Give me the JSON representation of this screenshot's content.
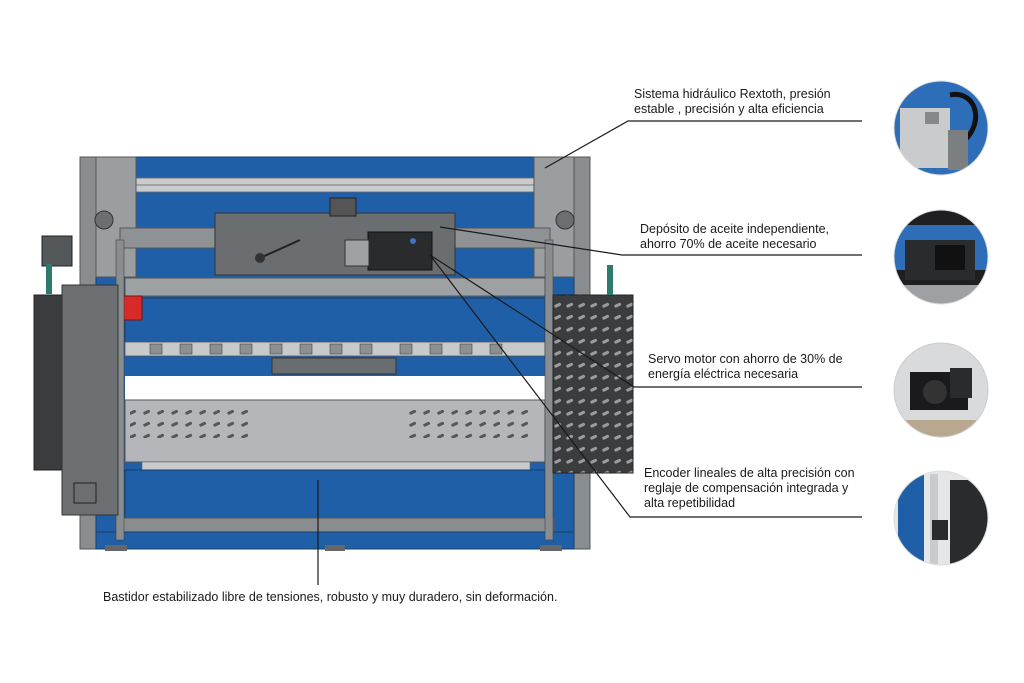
{
  "colors": {
    "frame_blue": "#1f5fa8",
    "steel_gray": "#8a8d90",
    "dark_gray": "#55585b",
    "perforated_panel": "#3a3c3e",
    "safety_red": "#d92a2a",
    "leader_line": "#1a1a1a"
  },
  "callouts": [
    {
      "id": "hydraulic",
      "lines": [
        "Sistema hidráulico Rextoth, presión",
        "estable , precisión y alta eficiencia"
      ],
      "icon": "hydraulic-valve-photo"
    },
    {
      "id": "oil-tank",
      "lines": [
        "Depósito de aceite independiente,",
        "ahorro 70% de aceite necesario"
      ],
      "icon": "oil-tank-photo"
    },
    {
      "id": "servo",
      "lines": [
        "Servo motor con ahorro de 30% de",
        "energía eléctrica necesaria"
      ],
      "icon": "servo-motor-photo"
    },
    {
      "id": "encoder",
      "lines": [
        "Encoder lineales de alta precisión con",
        "reglaje de compensación integrada y",
        "alta repetibilidad"
      ],
      "icon": "linear-encoder-photo"
    }
  ],
  "bottom_caption": "Bastidor estabilizado libre de tensiones, robusto y muy duradero, sin deformación."
}
